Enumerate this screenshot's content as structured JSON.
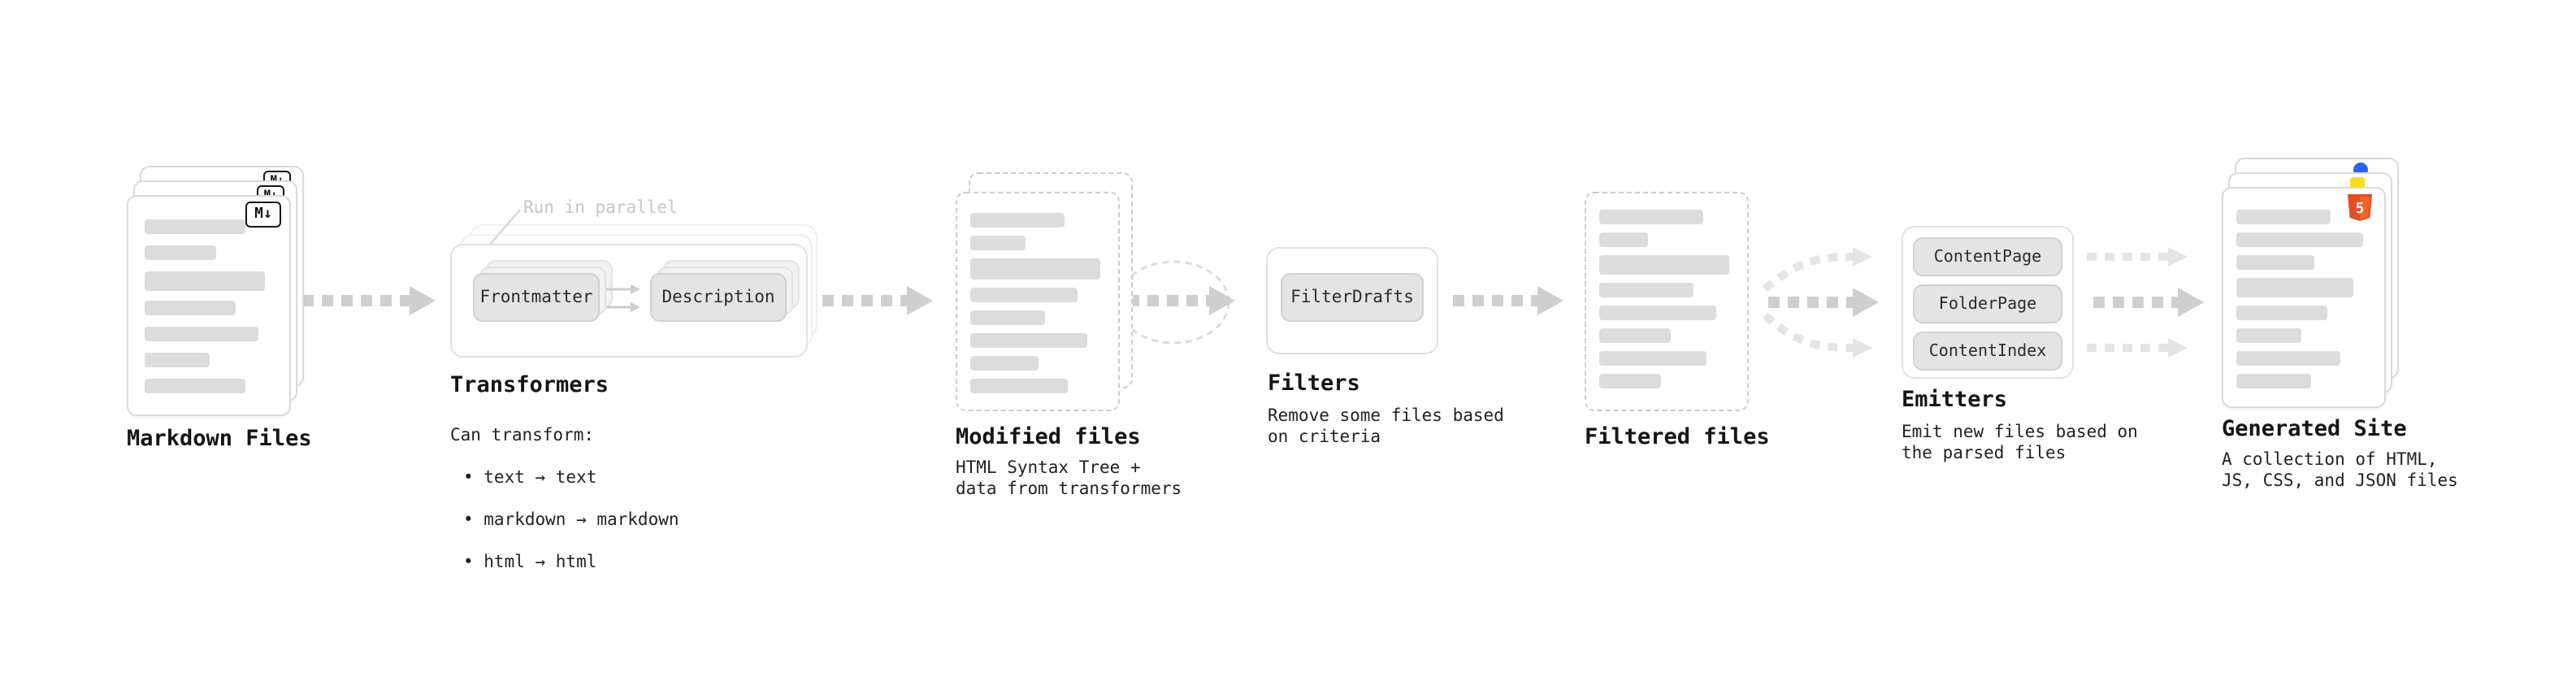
{
  "colors": {
    "arrow": "#cfcfcf",
    "arrow_light": "#e4e4e4",
    "card_border": "#dadada",
    "dashed_border": "#cdcdcd",
    "placeholder_line": "#dcdcdc",
    "button_bg": "#e4e4e4",
    "label_text": "#151515",
    "annotation_text": "#c6c6c6",
    "markdown_badge": "#111111",
    "html5_badge": "#e44d26",
    "js_badge": "#f7df1e",
    "css_badge": "#2965f1"
  },
  "nodes": {
    "markdown_files": {
      "label": "Markdown Files",
      "badge_text": "M↓"
    },
    "transformers": {
      "label": "Transformers",
      "annotation": "Run in parallel",
      "buttons": [
        "Frontmatter",
        "Description"
      ],
      "caption_title": "Can transform:",
      "caption_items": [
        "• text → text",
        "• markdown → markdown",
        "• html → html"
      ]
    },
    "modified_files": {
      "label": "Modified files",
      "caption": "HTML Syntax Tree +\ndata from transformers"
    },
    "filters": {
      "label": "Filters",
      "buttons": [
        "FilterDrafts"
      ],
      "caption": "Remove some files based\non criteria"
    },
    "filtered_files": {
      "label": "Filtered files"
    },
    "emitters": {
      "label": "Emitters",
      "buttons": [
        "ContentPage",
        "FolderPage",
        "ContentIndex"
      ],
      "caption": "Emit new files based on\nthe parsed files"
    },
    "generated_site": {
      "label": "Generated Site",
      "badge_text": "5",
      "caption": "A collection of HTML,\nJS, CSS, and JSON files"
    }
  }
}
